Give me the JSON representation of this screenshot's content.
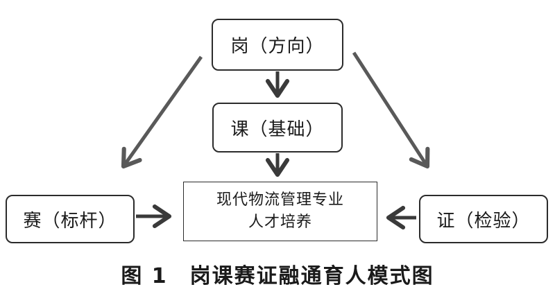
{
  "diagram": {
    "nodes": {
      "gang": "岗（方向）",
      "ke": "课（基础）",
      "center_line1": "现代物流管理专业",
      "center_line2": "人才培养",
      "sai": "赛（标杆）",
      "zheng": "证（检验）"
    },
    "caption": "图 1　岗课赛证融通育人模式图",
    "colors": {
      "arrow_gray": "#595959",
      "arrow_dark": "#3a3a3a",
      "border": "#2b2b2b"
    }
  }
}
